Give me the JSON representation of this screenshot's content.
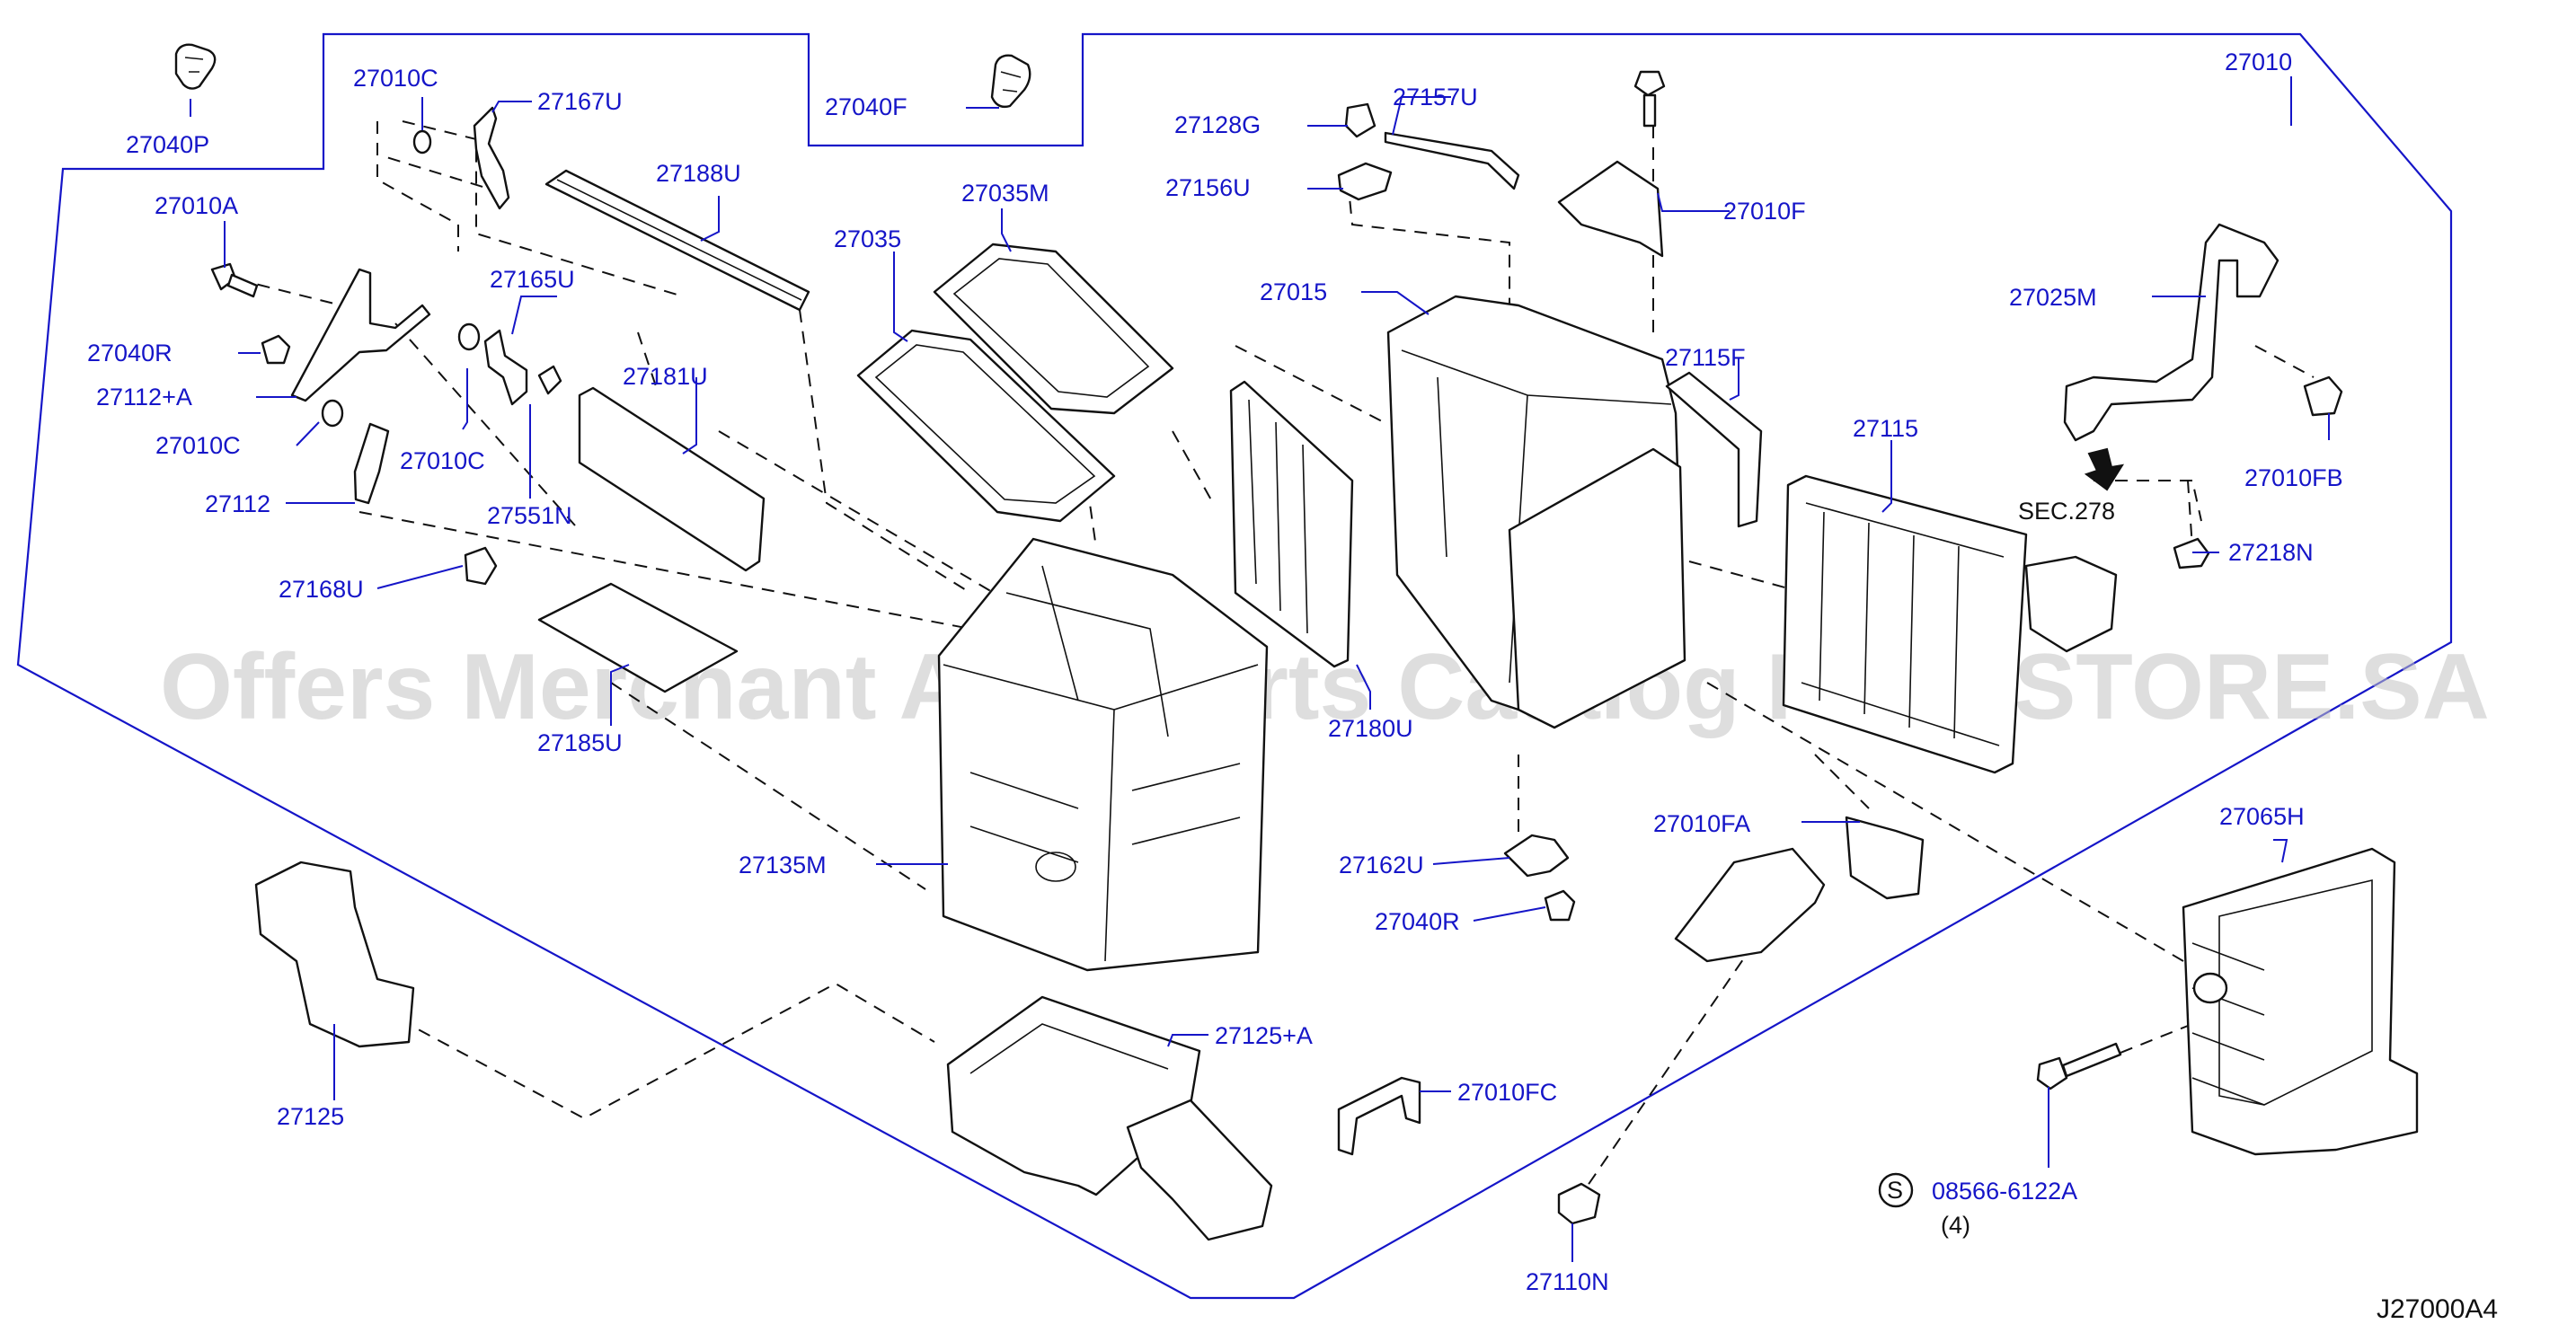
{
  "diagram": {
    "drawing_code": "J27000A4",
    "watermark": "Offers Merchant Auto Parts Catalog PARTSTORE.SA",
    "section_ref": "SEC.278",
    "screw_symbol": "S",
    "screw_qty": "(4)",
    "labels": {
      "p27040P": "27040P",
      "p27010C_a": "27010C",
      "p27167U": "27167U",
      "p27040F": "27040F",
      "p27128G": "27128G",
      "p27157U": "27157U",
      "p27010": "27010",
      "p27010A": "27010A",
      "p27188U": "27188U",
      "p27035M": "27035M",
      "p27035": "27035",
      "p27156U": "27156U",
      "p27010F": "27010F",
      "p27165U": "27165U",
      "p27015": "27015",
      "p27025M": "27025M",
      "p27040R_a": "27040R",
      "p27112A": "27112+A",
      "p27181U": "27181U",
      "p27115F": "27115F",
      "p27115": "27115",
      "p27010C_b": "27010C",
      "p27010C_c": "27010C",
      "p27010FB": "27010FB",
      "p27112": "27112",
      "p27551N": "27551N",
      "p27218N": "27218N",
      "p27168U": "27168U",
      "p27185U": "27185U",
      "p27180U": "27180U",
      "p27010FA": "27010FA",
      "p27065H": "27065H",
      "p27135M": "27135M",
      "p27162U": "27162U",
      "p27040R_b": "27040R",
      "p27125A": "27125+A",
      "p27010FC": "27010FC",
      "p27125": "27125",
      "p08566": "08566-6122A",
      "p27110N": "27110N"
    }
  }
}
